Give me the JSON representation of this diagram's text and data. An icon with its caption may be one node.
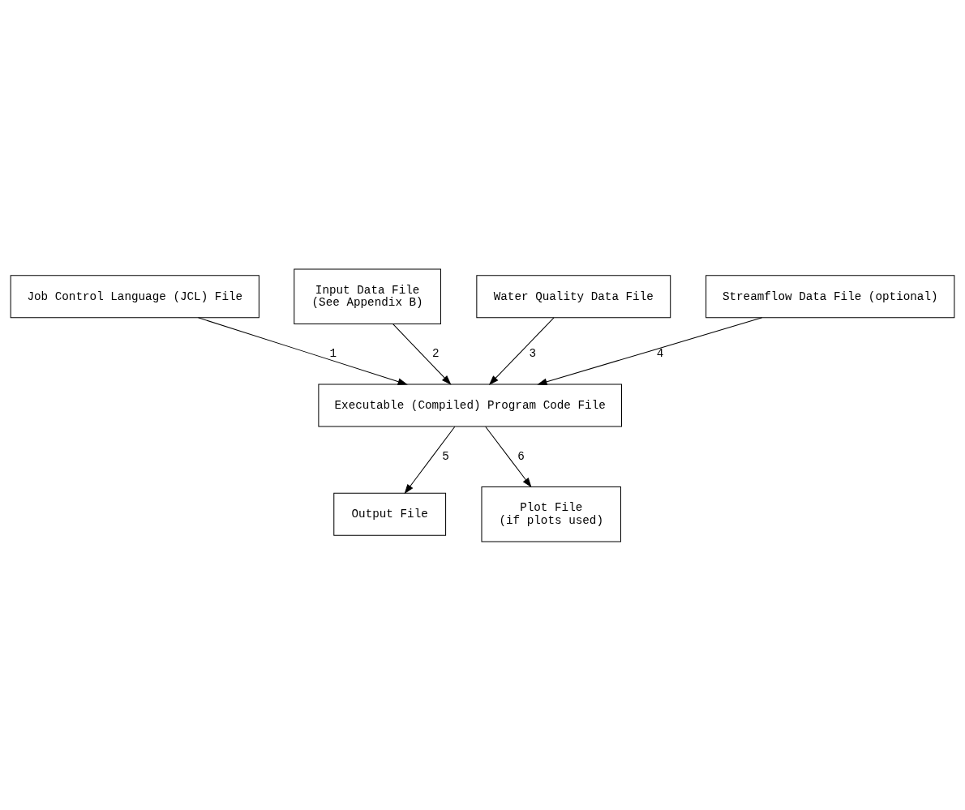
{
  "diagram": {
    "nodes": [
      {
        "text": [
          "Job Control Language (JCL) File"
        ]
      },
      {
        "text": [
          "Input Data File",
          "(See Appendix B)"
        ]
      },
      {
        "text": [
          "Output File"
        ]
      },
      {
        "text": [
          "Executable (Compiled) Program Code File"
        ]
      },
      {
        "text": [
          "Water Quality Data File"
        ]
      },
      {
        "text": [
          "Plot File",
          "(if plots used)"
        ]
      },
      {
        "text": [
          "Streamflow Data File (optional)"
        ]
      }
    ],
    "edges": [
      {
        "from": 0,
        "to": 3,
        "arrow": "to",
        "label": "1"
      },
      {
        "from": 1,
        "to": 3,
        "arrow": "to",
        "label": "2"
      },
      {
        "from": 3,
        "to": 2,
        "arrow": "to",
        "label": "5"
      },
      {
        "from": 4,
        "to": 3,
        "arrow": "to",
        "label": "3"
      },
      {
        "from": 3,
        "to": 5,
        "arrow": "to",
        "label": "6"
      },
      {
        "from": 6,
        "to": 3,
        "arrow": "to",
        "label": "4"
      }
    ]
  }
}
